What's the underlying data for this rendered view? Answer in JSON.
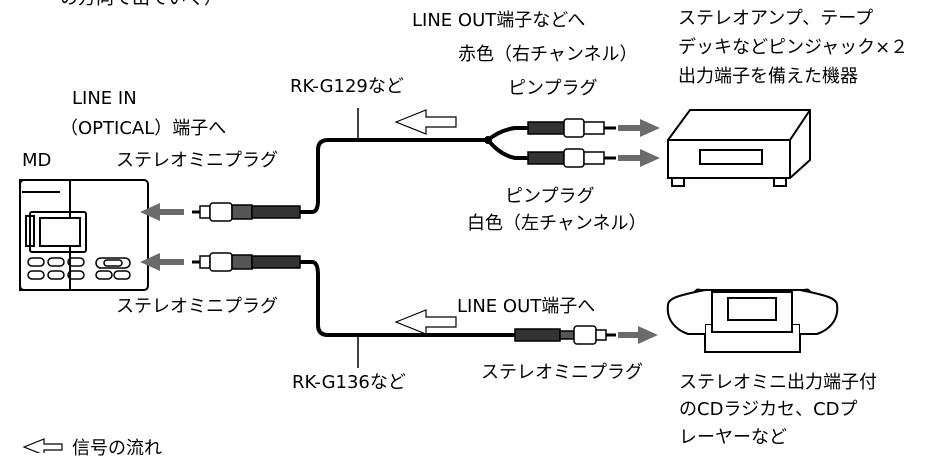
{
  "labels": {
    "top_fragment": "の方向で出ていく）",
    "line_out_top": "LINE OUT端子などへ",
    "stereo_amp_line1": "ステレオアンプ、テープ",
    "stereo_amp_line2": "デッキなどピンジャック×２",
    "stereo_amp_line3": "出力端子を備えた機器",
    "red_channel": "赤色（右チャンネル）",
    "pin_plug_top": "ピンプラグ",
    "cable_rk_g129": "RK-G129など",
    "line_in_line1": "LINE IN",
    "line_in_line2": "（OPTICAL）端子へ",
    "md": "MD",
    "stereo_mini_plug_top": "ステレオミニプラグ",
    "pin_plug_bottom": "ピンプラグ",
    "white_channel": "白色（左チャンネル）",
    "stereo_mini_plug_left_bottom": "ステレオミニプラグ",
    "line_out_bottom": "LINE OUT端子へ",
    "cable_rk_g136": "RK-G136など",
    "stereo_mini_plug_bottom": "ステレオミニプラグ",
    "cd_line1": "ステレオミニ出力端子付",
    "cd_line2": "のCDラジカセ、CDプ",
    "cd_line3": "レーヤーなど",
    "legend_text": "信号の流れ"
  },
  "colors": {
    "line": "#000000",
    "arrow": "#6b6b6b",
    "device_fill": "#ffffff"
  }
}
